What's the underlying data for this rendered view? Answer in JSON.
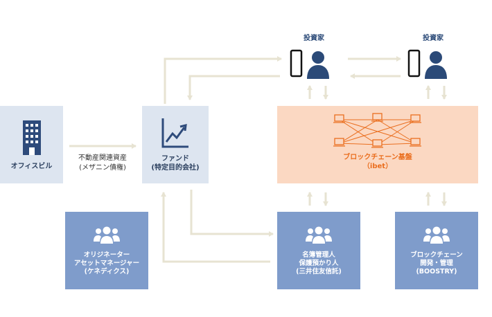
{
  "nodes": {
    "office": {
      "label": "オフィスビル"
    },
    "fund": {
      "label": "ファンド",
      "sublabel": "(特定目的会社)"
    },
    "investor_left": {
      "label": "投資家"
    },
    "investor_right": {
      "label": "投資家"
    },
    "chain": {
      "label": "ブロックチェーン基盤",
      "sublabel": "（ibet）"
    },
    "originator": {
      "line1": "オリジネーター",
      "line2": "アセットマネージャー",
      "line3": "(ケネディクス)"
    },
    "custodian": {
      "line1": "名簿管理人",
      "line2": "保護預かり人",
      "line3": "(三井住友信託)"
    },
    "developer": {
      "line1": "ブロックチェーン",
      "line2": "開発・管理",
      "line3": "(BOOSTRY)"
    }
  },
  "edges": {
    "asset_label_1": "不動産関連資産",
    "asset_label_2": "(メザニン債権)"
  },
  "colors": {
    "arrow": "#e7e3d2",
    "light_box": "#dde5f0",
    "mid_box": "#7f9ccb",
    "chain_box": "#fbd8c2",
    "accent_orange": "#ea6e1e",
    "navy": "#2b4a78"
  }
}
